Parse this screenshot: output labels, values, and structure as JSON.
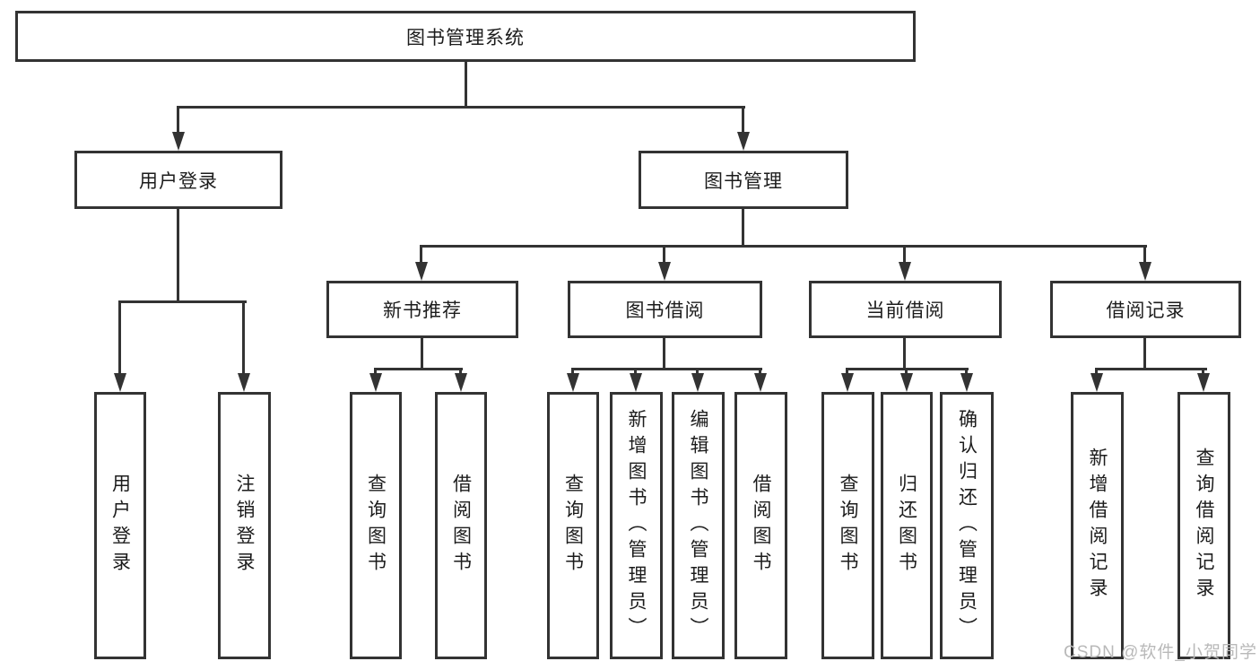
{
  "diagram_type": "hierarchy-tree",
  "colors": {
    "line": "#333333",
    "node_border": "#333333",
    "node_background": "#ffffff",
    "text": "#1c1c1c",
    "watermark": "#b9b9b9",
    "page_background": "#ffffff"
  },
  "tree": {
    "label": "图书管理系统",
    "children": [
      {
        "label": "用户登录",
        "children": [
          {
            "label": "用户登录"
          },
          {
            "label": "注销登录"
          }
        ]
      },
      {
        "label": "图书管理",
        "children": [
          {
            "label": "新书推荐",
            "children": [
              {
                "label": "查询图书"
              },
              {
                "label": "借阅图书"
              }
            ]
          },
          {
            "label": "图书借阅",
            "children": [
              {
                "label": "查询图书"
              },
              {
                "label": "新增图书（管理员）"
              },
              {
                "label": "编辑图书（管理员）"
              },
              {
                "label": "借阅图书"
              }
            ]
          },
          {
            "label": "当前借阅",
            "children": [
              {
                "label": "查询图书"
              },
              {
                "label": "归还图书"
              },
              {
                "label": "确认归还（管理员）"
              }
            ]
          },
          {
            "label": "借阅记录",
            "children": [
              {
                "label": "新增借阅记录"
              },
              {
                "label": "查询借阅记录"
              }
            ]
          }
        ]
      }
    ]
  },
  "watermark": {
    "text": "CSDN @软件_小贺同学"
  }
}
